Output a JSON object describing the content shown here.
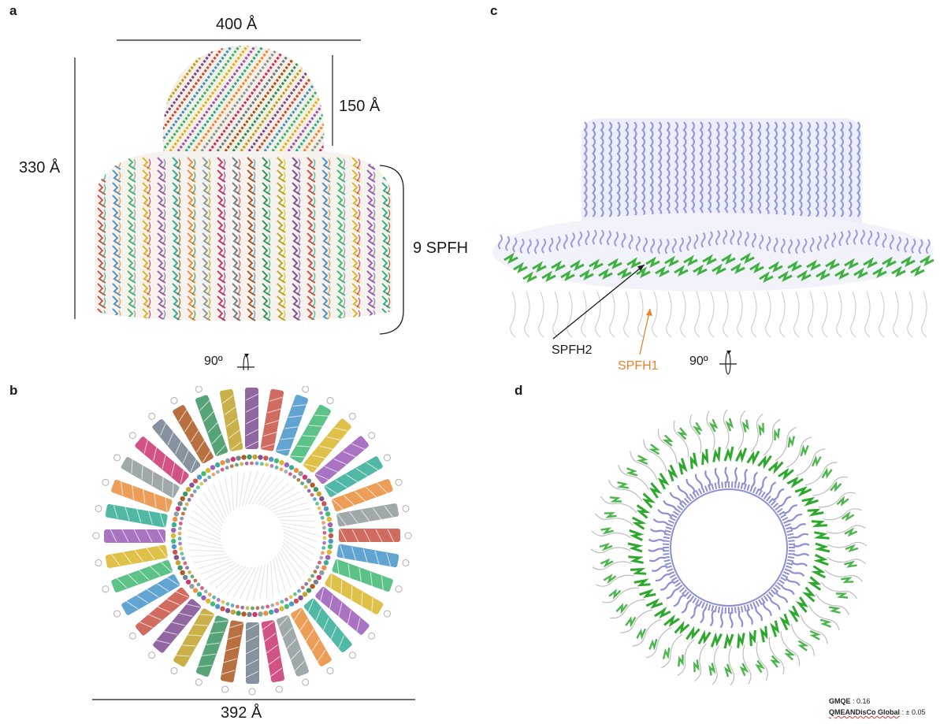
{
  "panels": {
    "a": {
      "letter": "a",
      "dim_width": "400 Å",
      "dim_top": "150 Å",
      "dim_height": "330 Å",
      "domain_label": "9 SPFH",
      "rotation": "90º"
    },
    "b": {
      "letter": "b",
      "dim_diameter": "392 Å"
    },
    "c": {
      "letter": "c",
      "label_spfh2": "SPFH2",
      "label_spfh1": "SPFH1",
      "rotation": "90º"
    },
    "d": {
      "letter": "d",
      "gmqe_key": "GMQE",
      "gmqe_value": ": 0.16",
      "qmean_key": "QMEANDisCo Global",
      "qmean_value": ": ± 0.05"
    }
  },
  "colors": {
    "helix_purple": "#8c8fd6",
    "strand_green": "#2ea82e",
    "spfh1_orange": "#e8822a",
    "line_black": "#1a1a1a"
  }
}
